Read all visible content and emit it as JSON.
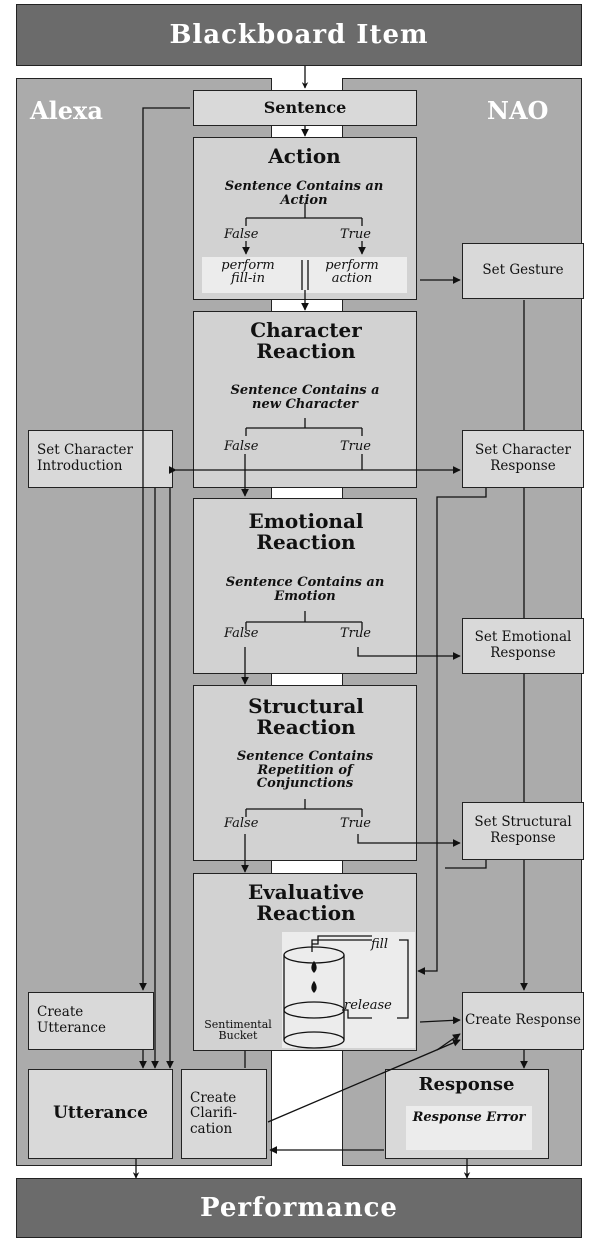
{
  "header": {
    "title": "Blackboard Item"
  },
  "footer": {
    "title": "Performance"
  },
  "lanes": {
    "left": "Alexa",
    "right": "NAO"
  },
  "sentence": {
    "label": "Sentence"
  },
  "action": {
    "title": "Action",
    "condition": "Sentence Contains an Action",
    "false_label": "False",
    "true_label": "True",
    "false_result": "perform fill-in",
    "true_result": "perform action"
  },
  "character": {
    "title": "Character Reaction",
    "condition": "Sentence Contains a new Character",
    "false_label": "False",
    "true_label": "True"
  },
  "emotional": {
    "title": "Emotional Reaction",
    "condition": "Sentence Contains an Emotion",
    "false_label": "False",
    "true_label": "True"
  },
  "structural": {
    "title": "Structural Reaction",
    "condition": "Sentence Contains Repetition of Conjunctions",
    "false_label": "False",
    "true_label": "True"
  },
  "evaluative": {
    "title": "Evaluative Reaction",
    "fill_label": "fill",
    "release_label": "release",
    "bucket_label": "Sentimental Bucket"
  },
  "nao_steps": {
    "set_gesture": "Set Gesture",
    "set_character_response": "Set Character Response",
    "set_emotional_response": "Set Emotional Response",
    "set_structural_response": "Set Structural Response",
    "create_response": "Create Response"
  },
  "alexa_steps": {
    "set_character_introduction": "Set Character Introduction",
    "create_utterance": "Create Utterance",
    "utterance": "Utterance"
  },
  "clarification": {
    "label": "Create Clarifi- cation"
  },
  "response": {
    "title": "Response",
    "error": "Response Error"
  }
}
